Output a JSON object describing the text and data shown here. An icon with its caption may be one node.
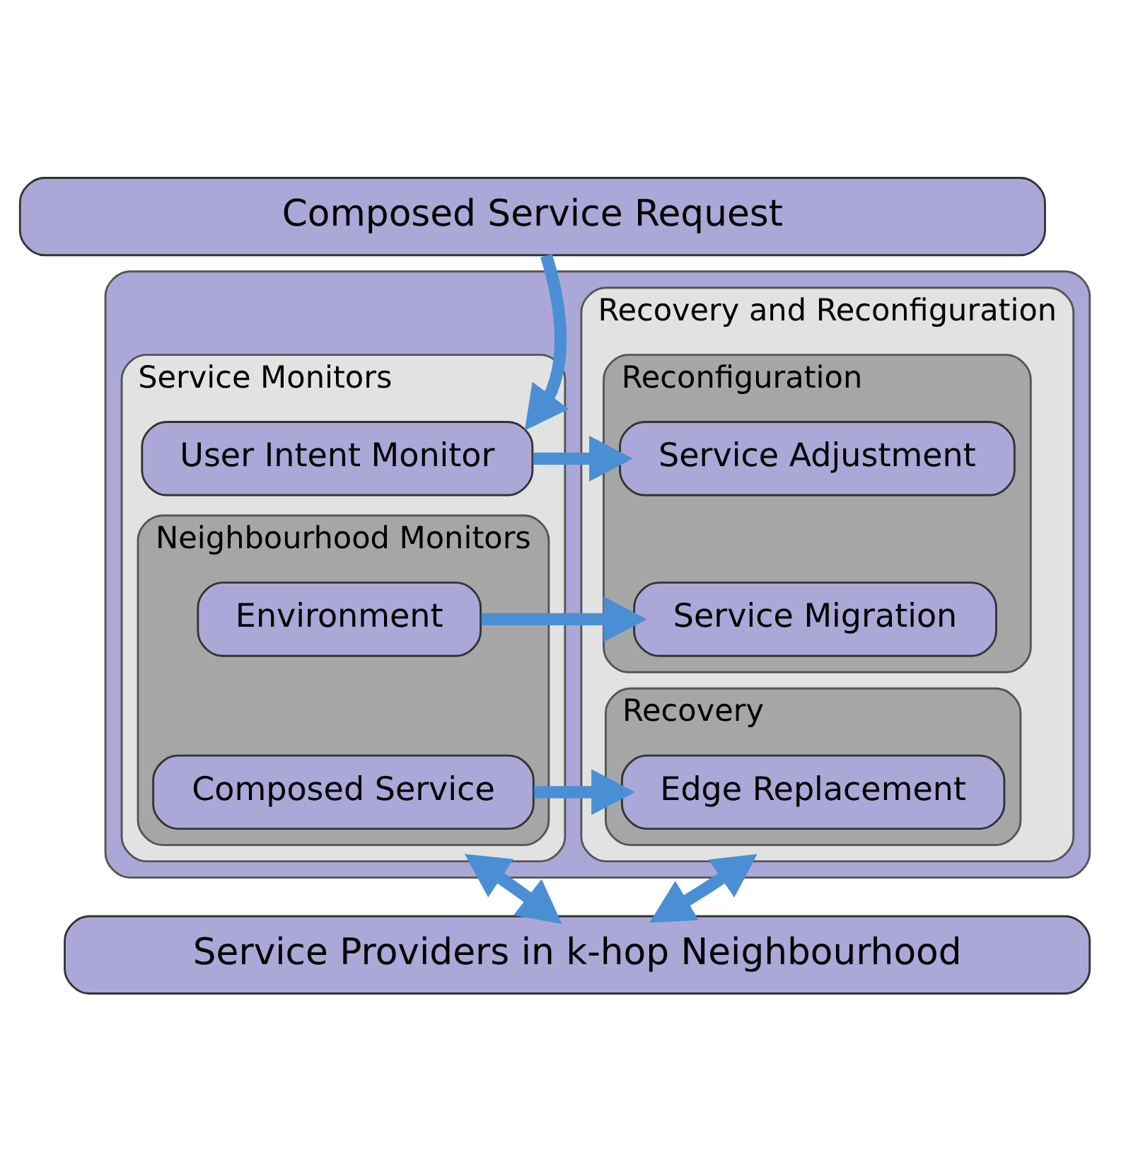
{
  "diagram": {
    "nodes": [
      {
        "text": [
          "Composed Service Request"
        ]
      },
      {
        "text": [],
        "shape": "box"
      },
      {
        "text": [
          "Service Monitors"
        ],
        "in": 1
      },
      {
        "text": [
          "User Intent Monitor"
        ],
        "in": 2
      },
      {
        "text": [
          "Neighbourhood Monitors"
        ],
        "in": 2
      },
      {
        "text": [
          "Environment"
        ],
        "in": 4
      },
      {
        "text": [
          "Composed Service"
        ],
        "in": 4
      },
      {
        "text": [
          "Recovery and Reconfiguration"
        ],
        "in": 1
      },
      {
        "text": [
          "Reconfiguration"
        ],
        "in": 7
      },
      {
        "text": [
          "Service Adjustment"
        ],
        "in": 8
      },
      {
        "text": [
          "Service Migration"
        ],
        "in": 8
      },
      {
        "text": [
          "Recovery"
        ],
        "in": 7
      },
      {
        "text": [
          "Edge Replacement"
        ],
        "in": 11
      },
      {
        "text": [
          "Service Providers in k-hop Neighbourhood"
        ]
      }
    ],
    "edges": [
      {
        "from": 0,
        "to": 3,
        "arrow": "to"
      },
      {
        "from": 3,
        "to": 9,
        "arrow": "to"
      },
      {
        "from": 5,
        "to": 10,
        "arrow": "to"
      },
      {
        "from": 6,
        "to": 12,
        "arrow": "to"
      },
      {
        "from": 2,
        "to": 13,
        "arrow": "both"
      },
      {
        "from": 7,
        "to": 13,
        "arrow": "both"
      }
    ]
  }
}
